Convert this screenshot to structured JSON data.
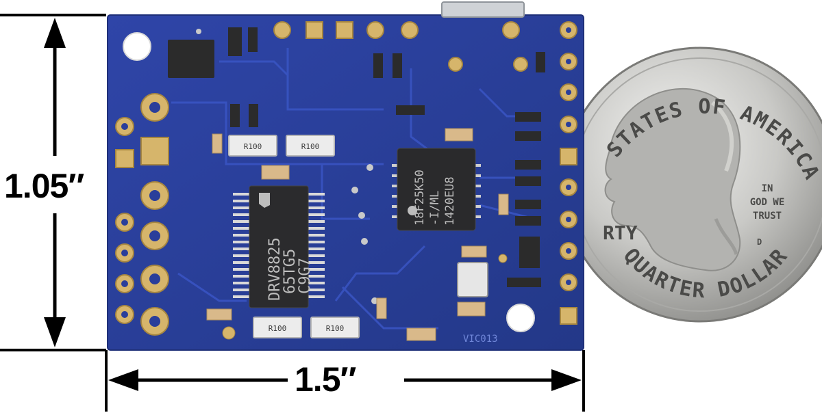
{
  "dimensions": {
    "height_label": "1.05″",
    "width_label": "1.5″"
  },
  "board": {
    "driver_chip": [
      "DRV8825",
      "65TG5",
      "C9G7"
    ],
    "mcu_chip": [
      "18F25K50",
      "-I/ML",
      "1420EU8"
    ],
    "resistor_markings": [
      "R100",
      "R100",
      "R100",
      "R100"
    ],
    "silkscreen_text": "VIC013",
    "colors": {
      "pcb": "#2a3e9a",
      "pad": "#d6b56b",
      "chip": "#2a2a2a"
    }
  },
  "coin": {
    "top_text": "STATES OF AMERICA",
    "bottom_text": "QUARTER DOLLAR",
    "motto": [
      "IN",
      "GOD WE",
      "TRUST"
    ],
    "left_text": "RTY",
    "mint_mark": "D"
  }
}
